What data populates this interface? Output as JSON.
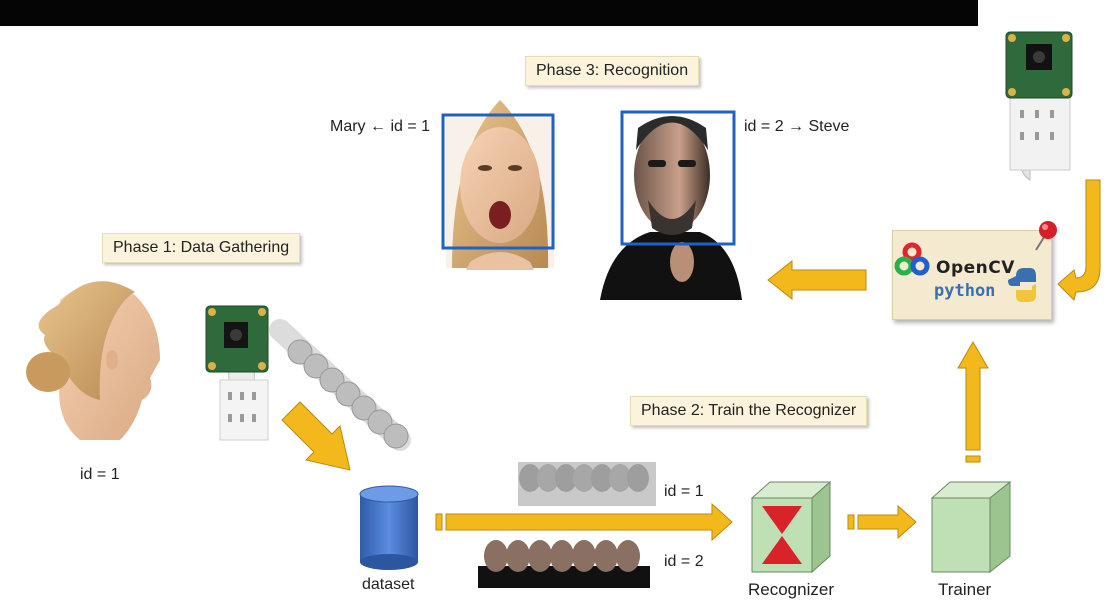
{
  "phases": {
    "phase1": "Phase 1: Data Gathering",
    "phase2": "Phase 2: Train the Recognizer",
    "phase3": "Phase 3: Recognition"
  },
  "recognition": {
    "left_label": "Mary ← id = 1",
    "right_label": "id = 2 → Steve"
  },
  "gathering": {
    "subject_label": "id = 1",
    "dataset_label": "dataset"
  },
  "training": {
    "group1_label": "id = 1",
    "group2_label": "id = 2",
    "recognizer_label": "Recognizer",
    "trainer_label": "Trainer"
  },
  "library": {
    "opencv": "OpenCV",
    "python": "python"
  },
  "colors": {
    "arrow": "#f3b91c",
    "arrow_outline": "#b98a10",
    "face_box": "#1e63c4",
    "dataset_cylinder": "#3f6fc0",
    "cube": "#bfe0b4",
    "hourglass": "#d8232a",
    "topbar": "#050505",
    "phase_box": "#fbf3dc"
  },
  "icons": [
    "camera-module-icon",
    "opencv-logo-icon",
    "python-logo-icon",
    "pushpin-icon",
    "database-icon",
    "hourglass-icon"
  ]
}
